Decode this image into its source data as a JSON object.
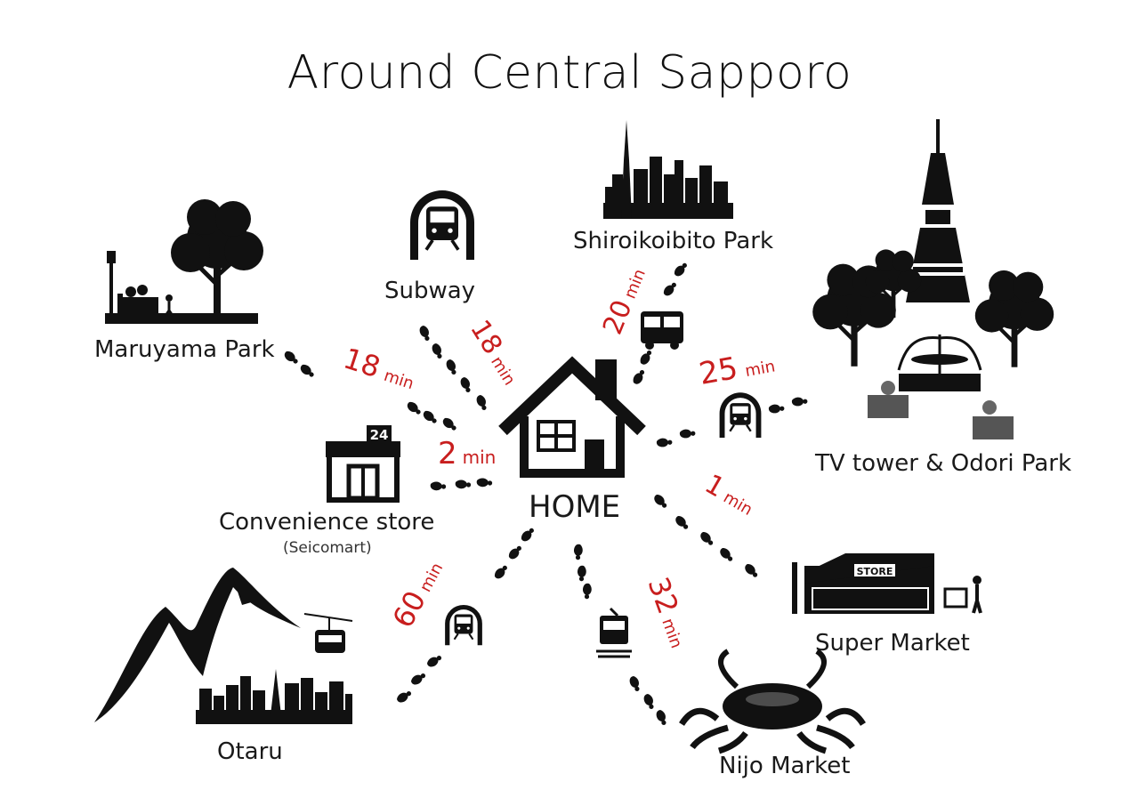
{
  "title": "Around Central Sapporo",
  "home_label": "HOME",
  "colors": {
    "time": "#c81e1e",
    "ink": "#111111"
  },
  "destinations": [
    {
      "id": "maruyama",
      "label": "Maruyama Park",
      "time": "18",
      "unit": "min",
      "icon": "park-bench-tree-icon"
    },
    {
      "id": "subway",
      "label": "Subway",
      "time": "18",
      "unit": "min",
      "icon": "subway-train-icon"
    },
    {
      "id": "shiroi",
      "label": "Shiroikoibito Park",
      "time": "20",
      "unit": "min",
      "icon": "city-skyline-icon",
      "via": "bus-icon"
    },
    {
      "id": "tvtower",
      "label": "TV tower & Odori Park",
      "time": "25",
      "unit": "min",
      "icon": "tv-tower-fountain-icon",
      "via": "subway-train-icon"
    },
    {
      "id": "conv",
      "label": "Convenience store",
      "sublabel": "(Seicomart)",
      "badge": "24",
      "time": "2",
      "unit": "min",
      "icon": "convenience-store-icon"
    },
    {
      "id": "super",
      "label": "Super Market",
      "time": "1",
      "unit": "min",
      "icon": "supermarket-store-icon",
      "sign": "STORE"
    },
    {
      "id": "otaru",
      "label": "Otaru",
      "time": "60",
      "unit": "min",
      "icon": "mountain-ropeway-icon",
      "via": "subway-train-icon"
    },
    {
      "id": "nijo",
      "label": "Nijo Market",
      "time": "32",
      "unit": "min",
      "icon": "crab-icon",
      "via": "tram-icon"
    }
  ]
}
